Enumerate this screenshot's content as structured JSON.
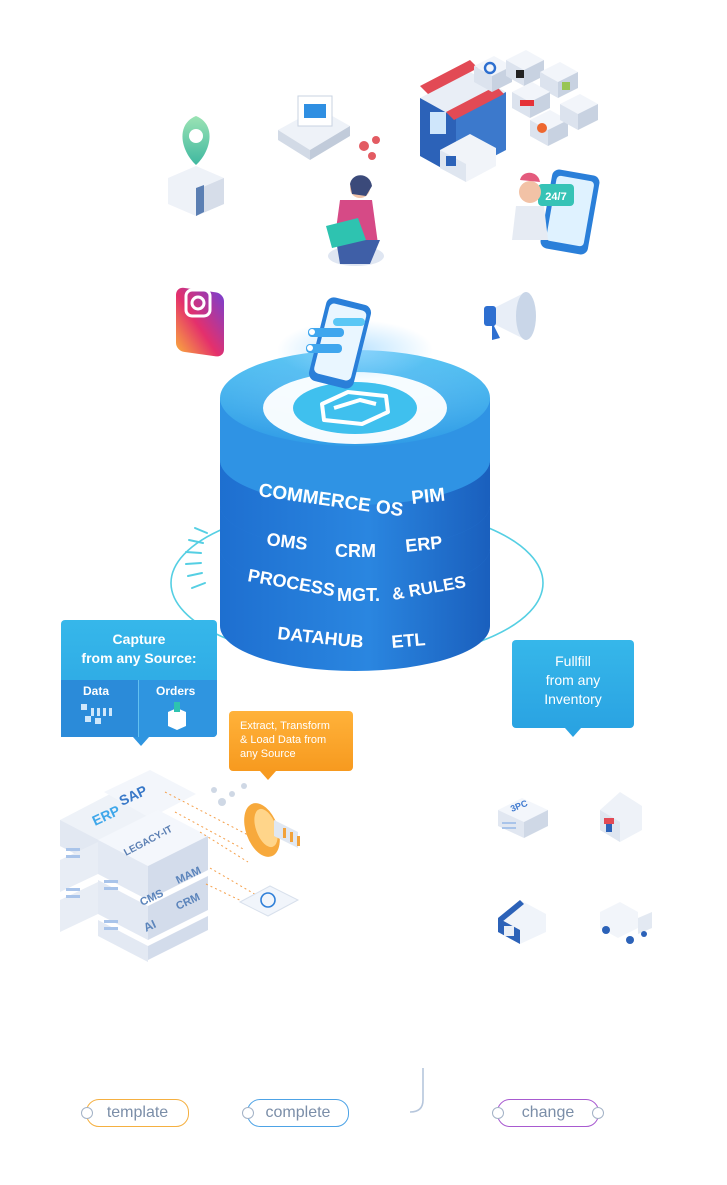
{
  "capture_callout": {
    "title_line1": "Capture",
    "title_line2": "from any Source:",
    "col1": "Data",
    "col2": "Orders"
  },
  "etl_callout": {
    "line1": "Extract, Transform",
    "line2": "& Load Data from",
    "line3": "any Source"
  },
  "fulfill_callout": {
    "line1": "Fullfill",
    "line2": "from any",
    "line3": "Inventory"
  },
  "stack_labels": {
    "commerce_os": "COMMERCE OS",
    "pim": "PIM",
    "oms": "OMS",
    "crm": "CRM",
    "erp": "ERP",
    "process": "PROCESS",
    "mgt": "MGT.",
    "rules": "& RULES",
    "datahub": "DATAHUB",
    "etl": "ETL"
  },
  "source_blocks": {
    "erp": "ERP",
    "sap": "SAP",
    "legacy": "LEGACY-IT",
    "cms": "CMS",
    "mam": "MAM",
    "crm": "CRM",
    "ai": "AI"
  },
  "inventory": {
    "tpc": "3PC"
  },
  "badge_247": "24/7",
  "flow_pills": {
    "template": "template",
    "complete": "complete",
    "change": "change"
  },
  "colors": {
    "stack_blue": "#1f74d6",
    "stack_light": "#3fb3ee",
    "callout_blue": "#2ca6e4",
    "callout_orange": "#f7a02a",
    "pill_template": "#f5b041",
    "pill_complete": "#4da3e6",
    "pill_change": "#a85ad0"
  }
}
